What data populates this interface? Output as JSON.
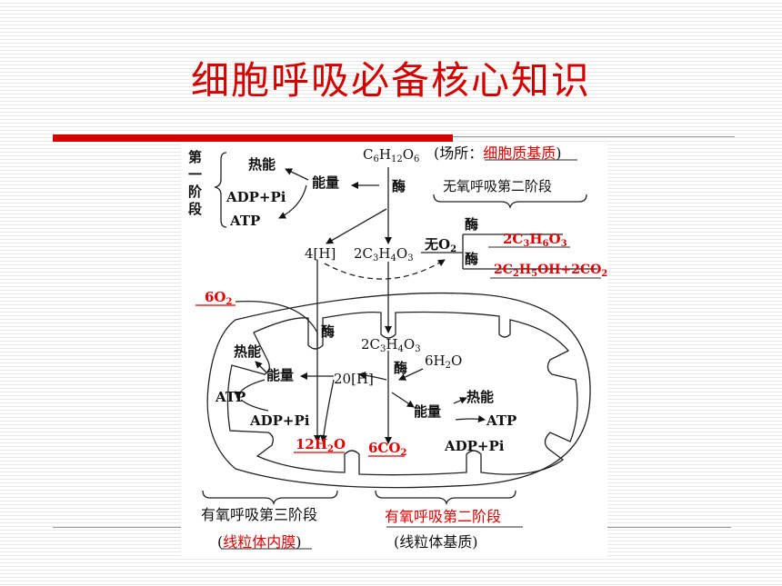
{
  "slide": {
    "title": "细胞呼吸必备核心知识"
  },
  "stage1": {
    "label": "第一阶段",
    "heat": "热能",
    "energy": "能量",
    "adp_pi": "ADP+Pi",
    "atp": "ATP",
    "glucose": "C6H12O6",
    "site_open": "(场所：",
    "site_value": "细胞质基质",
    "site_close": ")",
    "enzyme": "酶",
    "nadh": "4[H]",
    "pyruvate": "2C3H4O3"
  },
  "anaerobic": {
    "label": "无氧呼吸第二阶段",
    "no_oxygen": "无O2",
    "enzyme_top": "酶",
    "enzyme_bottom": "酶",
    "lactate": "2C3H6O3",
    "ethanol": "2C2H5OH+2CO2"
  },
  "aerobic": {
    "oxygen": "6O2",
    "enzyme_inner": "酶",
    "pyruvate": "2C3H4O3",
    "heat_left": "热能",
    "energy_left": "能量",
    "atp_left": "ATP",
    "adp_pi_left": "ADP+Pi",
    "nadh": "20[H]",
    "enzyme_matrix": "酶",
    "water_in": "6H2O",
    "energy_right": "能量",
    "heat_right": "热能",
    "atp_right": "ATP",
    "adp_pi_right": "ADP+Pi",
    "water_out": "12H2O",
    "co2_out": "6CO2",
    "stage3_label": "有氧呼吸第三阶段",
    "stage3_site_open": "(",
    "stage3_site": "线粒体内膜",
    "stage3_site_close": ")",
    "stage2_label": "有氧呼吸第二阶段",
    "stage2_site": "(线粒体基质)"
  }
}
